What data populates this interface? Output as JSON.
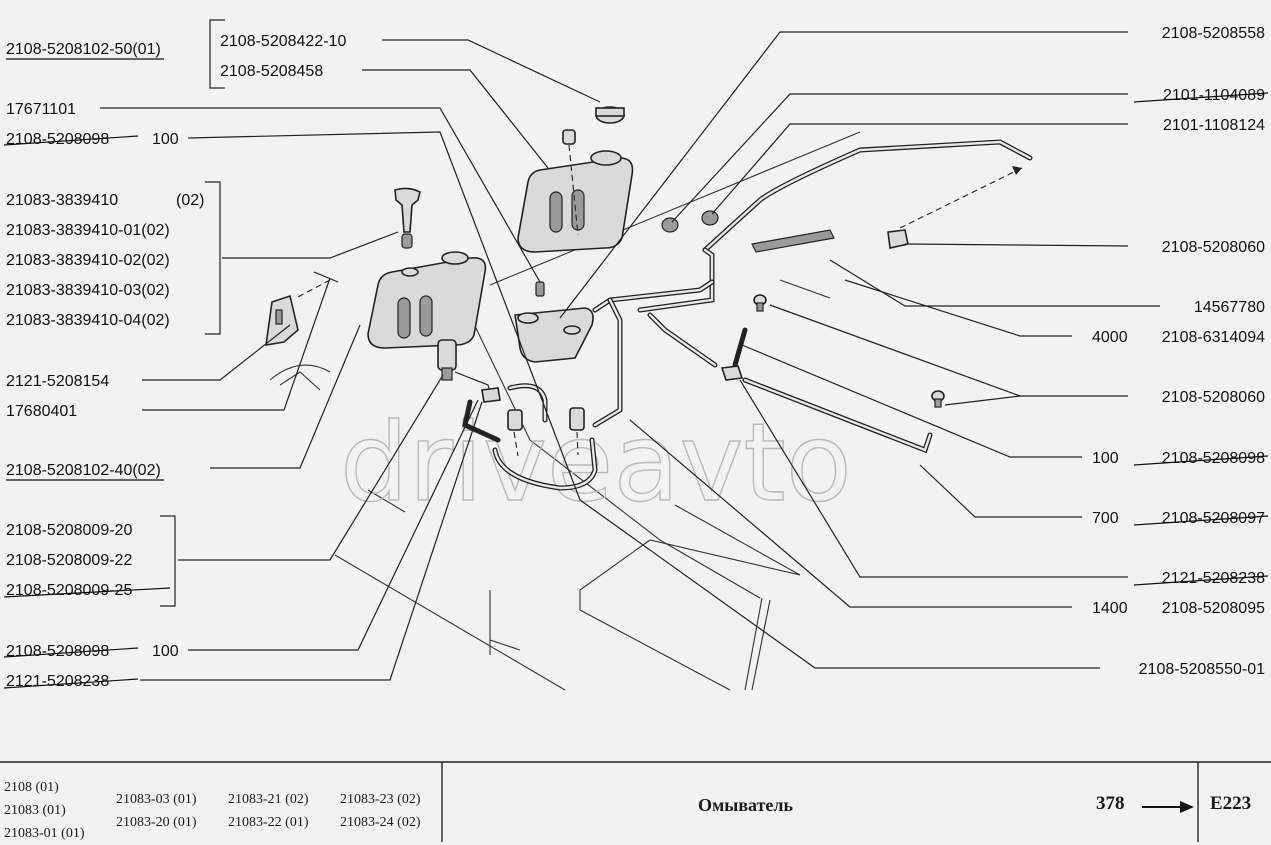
{
  "watermark": "driveavto",
  "labels_left": {
    "tank_assy_01": "2108-5208102-50(01)",
    "cap_1": "2108-5208422-10",
    "cap_2": "2108-5208458",
    "clip_1": "17671101",
    "hose_top": "2108-5208098",
    "hose_top_len": "100",
    "motor_group": [
      "21083-3839410",
      "21083-3839410-01(02)",
      "21083-3839410-02(02)",
      "21083-3839410-03(02)",
      "21083-3839410-04(02)"
    ],
    "motor_group_tag": "(02)",
    "bracket": "2121-5208154",
    "clip_2": "17680401",
    "tank_assy_02": "2108-5208102-40(02)",
    "pump_group": [
      "2108-5208009-20",
      "2108-5208009-22",
      "2108-5208009-25"
    ],
    "hose_bottom": "2108-5208098",
    "hose_bottom_len": "100",
    "tee_bottom": "2121-5208238"
  },
  "labels_right": [
    {
      "len": "",
      "num": "2108-5208558",
      "struck": false
    },
    {
      "len": "",
      "num": "2101-1104089",
      "struck": true
    },
    {
      "len": "",
      "num": "2101-1108124",
      "struck": false
    },
    {
      "len": "",
      "num": "2108-5208060",
      "struck": false
    },
    {
      "len": "",
      "num": "14567780",
      "struck": false
    },
    {
      "len": "4000",
      "num": "2108-6314094",
      "struck": false
    },
    {
      "len": "",
      "num": "2108-5208060",
      "struck": false
    },
    {
      "len": "100",
      "num": "2108-5208098",
      "struck": true
    },
    {
      "len": "700",
      "num": "2108-5208097",
      "struck": true
    },
    {
      "len": "",
      "num": "2121-5208238",
      "struck": true
    },
    {
      "len": "1400",
      "num": "2108-5208095",
      "struck": false
    },
    {
      "len": "",
      "num": "2108-5208550-01",
      "struck": false
    }
  ],
  "footer": {
    "models": [
      [
        "2108 (01)",
        "21083 (01)",
        "21083-01 (01)"
      ],
      [
        "21083-03 (01)",
        "21083-20 (01)"
      ],
      [
        "21083-21 (02)",
        "21083-22 (01)"
      ],
      [
        "21083-23 (02)",
        "21083-24 (02)"
      ]
    ],
    "title": "Омыватель",
    "page": "378",
    "code": "E223"
  }
}
